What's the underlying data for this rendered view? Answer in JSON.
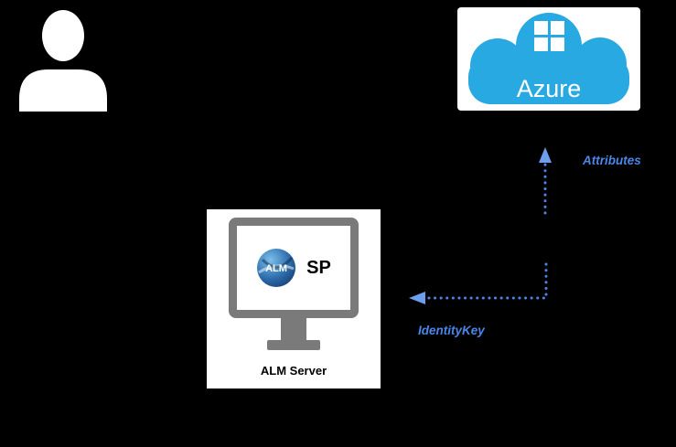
{
  "colors": {
    "background": "#000000",
    "card_white": "#ffffff",
    "azure_blue": "#29a9e1",
    "arrow_blue": "#4a86e8",
    "arrowhead_blue": "#6d9eeb",
    "monitor_gray": "#7a7a7a",
    "person_white": "#ffffff",
    "text_black": "#000000"
  },
  "person": {
    "icon": "person-icon"
  },
  "azure": {
    "label": "Azure",
    "cloud_icon": "azure-cloud-icon",
    "windows_icon": "windows-logo-icon"
  },
  "alm_server": {
    "sp_label": "SP",
    "logo_text": "ALM",
    "caption": "ALM Server",
    "monitor_icon": "monitor-icon",
    "logo_icon": "alm-logo-icon"
  },
  "arrows": {
    "attributes": {
      "label": "Attributes",
      "direction": "up"
    },
    "identity_key": {
      "label": "IdentityKey",
      "direction": "left"
    }
  }
}
